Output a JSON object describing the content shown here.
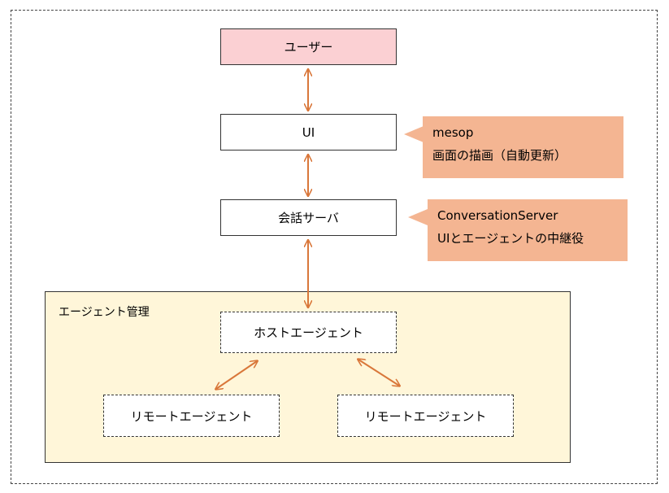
{
  "diagram": {
    "user": "ユーザー",
    "ui": "UI",
    "conversation_server": "会話サーバ",
    "agent_group_label": "エージェント管理",
    "host_agent": "ホストエージェント",
    "remote_agent_left": "リモートエージェント",
    "remote_agent_right": "リモートエージェント",
    "ui_note": {
      "title": "mesop",
      "desc": "画面の描画（自動更新）"
    },
    "server_note": {
      "title": "ConversationServer",
      "desc": "UIとエージェントの中継役"
    }
  },
  "colors": {
    "user_fill": "#fbd0d3",
    "callout_fill": "#f4b592",
    "group_fill": "#fff6d9",
    "arrow": "#d9773a"
  }
}
